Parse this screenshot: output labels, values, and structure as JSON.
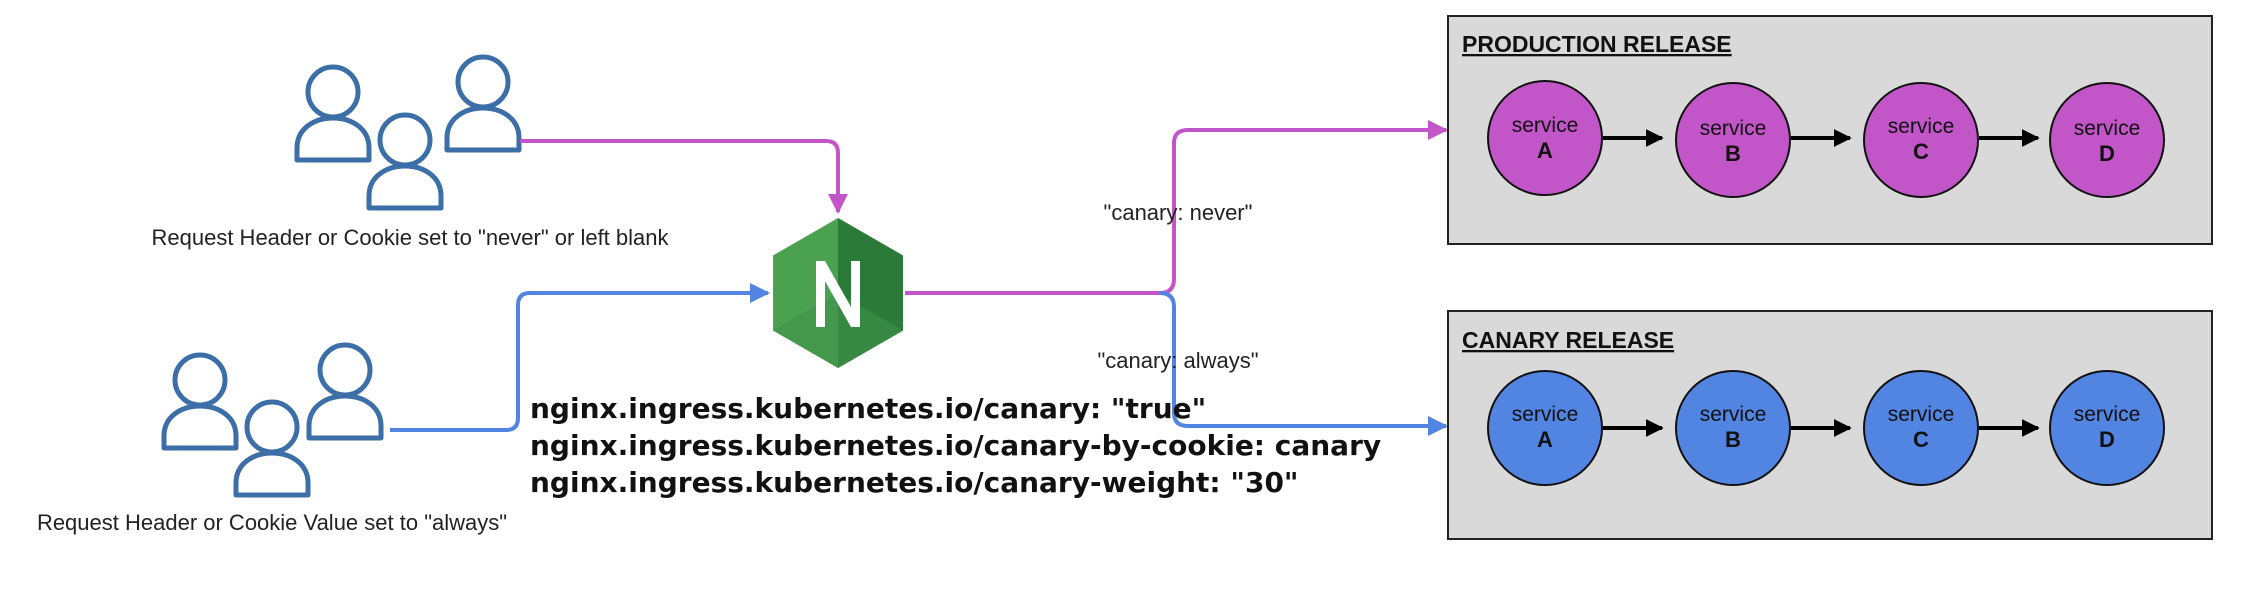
{
  "colors": {
    "purple": "#c255c8",
    "blue": "#5284e2",
    "user_outline": "#3c6ea8",
    "box_fill": "#d9d9d9",
    "nginx_light": "#4aa251",
    "nginx_dark": "#1e4d2e"
  },
  "icons": {
    "users": "users-group-icon",
    "nginx": "nginx-logo-icon"
  },
  "top_users": {
    "caption": "Request Header or Cookie set to \"never\" or left blank"
  },
  "bottom_users": {
    "caption": "Request Header or Cookie Value set to \"always\""
  },
  "nginx": {
    "letter": "N"
  },
  "routes": {
    "never_label": "\"canary: never\"",
    "always_label": "\"canary: always\""
  },
  "annotations": [
    "nginx.ingress.kubernetes.io/canary: \"true\"",
    "nginx.ingress.kubernetes.io/canary-by-cookie: canary",
    "nginx.ingress.kubernetes.io/canary-weight: \"30\""
  ],
  "production": {
    "title": "PRODUCTION RELEASE",
    "services": [
      {
        "word": "service",
        "letter": "A"
      },
      {
        "word": "service",
        "letter": "B"
      },
      {
        "word": "service",
        "letter": "C"
      },
      {
        "word": "service",
        "letter": "D"
      }
    ]
  },
  "canary": {
    "title": "CANARY RELEASE",
    "services": [
      {
        "word": "service",
        "letter": "A"
      },
      {
        "word": "service",
        "letter": "B"
      },
      {
        "word": "service",
        "letter": "C"
      },
      {
        "word": "service",
        "letter": "D"
      }
    ]
  }
}
